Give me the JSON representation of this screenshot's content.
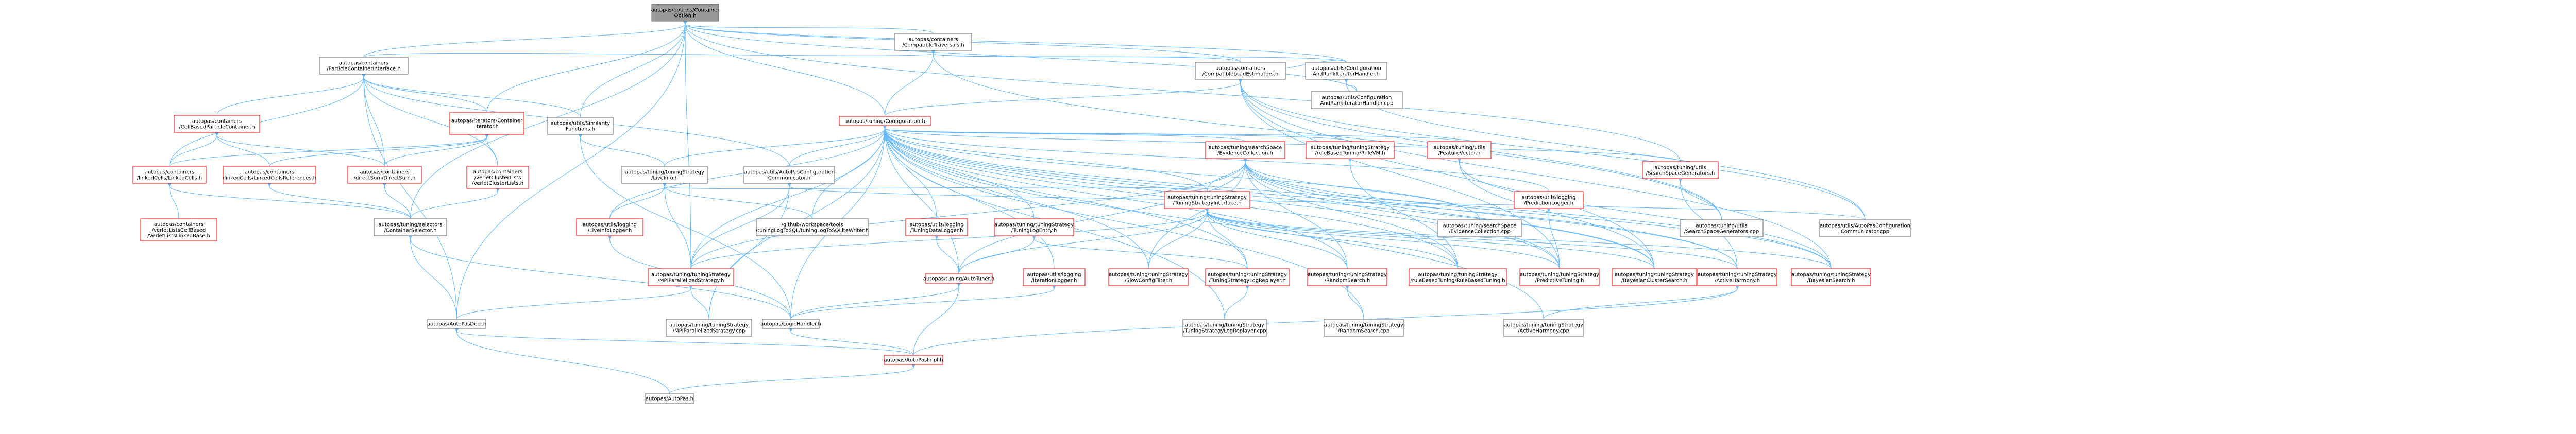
{
  "colors": {
    "root_fill": "#999999",
    "root_border": "#666666",
    "node_fill": "#ffffff",
    "node_border_normal": "#666666",
    "node_border_truncated": "#ff0000",
    "edge": "#63b8ff"
  },
  "root": {
    "id": "root",
    "label": [
      "autopas/options/Container",
      "Option.h"
    ]
  },
  "nodes": [
    {
      "id": "compat",
      "label": [
        "autopas/containers",
        "/CompatibleTraversals.h"
      ],
      "truncated": false
    },
    {
      "id": "pcif",
      "label": [
        "autopas/containers",
        "/ParticleContainerInterface.h"
      ],
      "truncated": false
    },
    {
      "id": "tuneconf",
      "label": [
        "autopas/tuning/Configuration.h"
      ],
      "truncated": true
    },
    {
      "id": "loadest",
      "label": [
        "autopas/containers",
        "/CompatibleLoadEstimators.h"
      ],
      "truncated": false
    },
    {
      "id": "cfgh",
      "label": [
        "autopas/utils/Configuration",
        "AndRankIteratorHandler.h"
      ],
      "truncated": false
    },
    {
      "id": "cfgcpp",
      "label": [
        "autopas/utils/Configuration",
        "AndRankIteratorHandler.cpp"
      ],
      "truncated": false
    },
    {
      "id": "cellbased",
      "label": [
        "autopas/containers",
        "/CellBasedParticleContainer.h"
      ],
      "truncated": true
    },
    {
      "id": "iter",
      "label": [
        "autopas/iterators/Container",
        "Iterator.h"
      ],
      "truncated": true
    },
    {
      "id": "simfunc",
      "label": [
        "autopas/utils/Similarity",
        "Functions.h"
      ],
      "truncated": false
    },
    {
      "id": "linkedcells",
      "label": [
        "autopas/containers",
        "/linkedCells/LinkedCells.h"
      ],
      "truncated": true
    },
    {
      "id": "linkedrefs",
      "label": [
        "autopas/containers",
        "/linkedCells/LinkedCellsReferences.h"
      ],
      "truncated": true
    },
    {
      "id": "directsum",
      "label": [
        "autopas/containers",
        "/directSum/DirectSum.h"
      ],
      "truncated": true
    },
    {
      "id": "vcl",
      "label": [
        "autopas/containers",
        "/verletClusterLists",
        "/VerletClusterLists.h"
      ],
      "truncated": true
    },
    {
      "id": "vclcells",
      "label": [
        "autopas/containers",
        "/verletListsCellBased",
        "/VerletListsLinkedBase.h"
      ],
      "truncated": true
    },
    {
      "id": "liveinfo",
      "label": [
        "autopas/tuning/tuningStrategy",
        "/LiveInfo.h"
      ],
      "truncated": false
    },
    {
      "id": "mpicomm",
      "label": [
        "autopas/utils/AutoPasConfiguration",
        "Communicator.h"
      ],
      "truncated": false
    },
    {
      "id": "selector",
      "label": [
        "autopas/tuning/selectors",
        "/ContainerSelector.h"
      ],
      "truncated": false
    },
    {
      "id": "liveinfolog",
      "label": [
        "autopas/utils/logging",
        "/LiveInfoLogger.h"
      ],
      "truncated": true
    },
    {
      "id": "sqlite",
      "label": [
        "/github/workspace/tools",
        "/tuningLogToSQL/tuningLogToSQLiteWriter.h"
      ],
      "truncated": false
    },
    {
      "id": "tundatalog",
      "label": [
        "autopas/utils/logging",
        "/TuningDataLogger.h"
      ],
      "truncated": true
    },
    {
      "id": "tunlogentry",
      "label": [
        "autopas/tuning/tuningStrategy",
        "/TuningLogEntry.h"
      ],
      "truncated": true
    },
    {
      "id": "searchspace",
      "label": [
        "autopas/tuning/searchSpace",
        "/EvidenceCollection.h"
      ],
      "truncated": true
    },
    {
      "id": "rbrule",
      "label": [
        "autopas/tuning/tuningStrategy",
        "/ruleBasedTuning/RuleVM.h"
      ],
      "truncated": true
    },
    {
      "id": "featvec",
      "label": [
        "autopas/tuning/utils",
        "/FeatureVector.h"
      ],
      "truncated": true
    },
    {
      "id": "ssgen",
      "label": [
        "autopas/tuning/utils",
        "/SearchSpaceGenerators.h"
      ],
      "truncated": true
    },
    {
      "id": "ssgencpp",
      "label": [
        "autopas/tuning/utils",
        "/SearchSpaceGenerators.cpp"
      ],
      "truncated": false
    },
    {
      "id": "mpicommcpp",
      "label": [
        "autopas/utils/AutoPasConfiguration",
        "Communicator.cpp"
      ],
      "truncated": false
    },
    {
      "id": "tsi",
      "label": [
        "autopas/tuning/tuningStrategy",
        "/TuningStrategyInterface.h"
      ],
      "truncated": true
    },
    {
      "id": "evcollcpp",
      "label": [
        "autopas/tuning/searchSpace",
        "/EvidenceCollection.cpp"
      ],
      "truncated": false
    },
    {
      "id": "predlog",
      "label": [
        "autopas/utils/logging",
        "/PredictionLogger.h"
      ],
      "truncated": true
    },
    {
      "id": "mpipar",
      "label": [
        "autopas/tuning/tuningStrategy",
        "/MPIParallelizedStrategy.h"
      ],
      "truncated": true
    },
    {
      "id": "autotuner",
      "label": [
        "autopas/tuning/AutoTuner.h"
      ],
      "truncated": true
    },
    {
      "id": "iterlog",
      "label": [
        "autopas/utils/logging",
        "/IterationLogger.h"
      ],
      "truncated": true
    },
    {
      "id": "slowfilter",
      "label": [
        "autopas/tuning/tuningStrategy",
        "/SlowConfigFilter.h"
      ],
      "truncated": true
    },
    {
      "id": "replayer",
      "label": [
        "autopas/tuning/tuningStrategy",
        "/TuningStrategyLogReplayer.h"
      ],
      "truncated": true
    },
    {
      "id": "random",
      "label": [
        "autopas/tuning/tuningStrategy",
        "/RandomSearch.h"
      ],
      "truncated": true
    },
    {
      "id": "rbtuning",
      "label": [
        "autopas/tuning/tuningStrategy",
        "/ruleBasedTuning/RuleBasedTuning.h"
      ],
      "truncated": true
    },
    {
      "id": "predtuning",
      "label": [
        "autopas/tuning/tuningStrategy",
        "/PredictiveTuning.h"
      ],
      "truncated": true
    },
    {
      "id": "bayescluster",
      "label": [
        "autopas/tuning/tuningStrategy",
        "/BayesianClusterSearch.h"
      ],
      "truncated": true
    },
    {
      "id": "activeharm",
      "label": [
        "autopas/tuning/tuningStrategy",
        "/ActiveHarmony.h"
      ],
      "truncated": true
    },
    {
      "id": "bayes",
      "label": [
        "autopas/tuning/tuningStrategy",
        "/BayesianSearch.h"
      ],
      "truncated": true
    },
    {
      "id": "autopasdecl",
      "label": [
        "autopas/AutoPasDecl.h"
      ],
      "truncated": false
    },
    {
      "id": "mpiparcpp",
      "label": [
        "autopas/tuning/tuningStrategy",
        "/MPIParallelizedStrategy.cpp"
      ],
      "truncated": false
    },
    {
      "id": "loghandler",
      "label": [
        "autopas/LogicHandler.h"
      ],
      "truncated": false
    },
    {
      "id": "replayercpp",
      "label": [
        "autopas/tuning/tuningStrategy",
        "/TuningStrategyLogReplayer.cpp"
      ],
      "truncated": false
    },
    {
      "id": "randomcpp",
      "label": [
        "autopas/tuning/tuningStrategy",
        "/RandomSearch.cpp"
      ],
      "truncated": false
    },
    {
      "id": "activeharmcpp",
      "label": [
        "autopas/tuning/tuningStrategy",
        "/ActiveHarmony.cpp"
      ],
      "truncated": false
    },
    {
      "id": "autopasimpl",
      "label": [
        "autopas/AutoPasImpl.h"
      ],
      "truncated": true
    },
    {
      "id": "autopash",
      "label": [
        "autopas/AutoPas.h"
      ],
      "truncated": false
    }
  ],
  "edges": [
    [
      "compat",
      "root"
    ],
    [
      "pcif",
      "root"
    ],
    [
      "tuneconf",
      "root"
    ],
    [
      "loadest",
      "root"
    ],
    [
      "cfgh",
      "root"
    ],
    [
      "cfgcpp",
      "root"
    ],
    [
      "simfunc",
      "root"
    ],
    [
      "iter",
      "root"
    ],
    [
      "selector",
      "root"
    ],
    [
      "autopasdecl",
      "root"
    ],
    [
      "mpipar",
      "root"
    ],
    [
      "ssgen",
      "root"
    ],
    [
      "tuneconf",
      "compat"
    ],
    [
      "loadest",
      "compat"
    ],
    [
      "cfgh",
      "compat"
    ],
    [
      "pcif",
      "compat"
    ],
    [
      "ssgencpp",
      "compat"
    ],
    [
      "cellbased",
      "pcif"
    ],
    [
      "iter",
      "pcif"
    ],
    [
      "simfunc",
      "pcif"
    ],
    [
      "linkedcells",
      "pcif"
    ],
    [
      "directsum",
      "pcif"
    ],
    [
      "vcl",
      "pcif"
    ],
    [
      "mpicomm",
      "pcif"
    ],
    [
      "autopasdecl",
      "pcif"
    ],
    [
      "tuneconf",
      "loadest"
    ],
    [
      "cfgh",
      "loadest"
    ],
    [
      "ssgencpp",
      "loadest"
    ],
    [
      "mpicommcpp",
      "loadest"
    ],
    [
      "predtuning",
      "loadest"
    ],
    [
      "bayescluster",
      "loadest"
    ],
    [
      "bayes",
      "loadest"
    ],
    [
      "cfgcpp",
      "cfgh"
    ],
    [
      "mpicommcpp",
      "cfgh"
    ],
    [
      "linkedcells",
      "cellbased"
    ],
    [
      "linkedrefs",
      "cellbased"
    ],
    [
      "directsum",
      "cellbased"
    ],
    [
      "linkedcells",
      "iter"
    ],
    [
      "directsum",
      "iter"
    ],
    [
      "vcl",
      "iter"
    ],
    [
      "linkedrefs",
      "iter"
    ],
    [
      "liveinfo",
      "simfunc"
    ],
    [
      "loghandler",
      "simfunc"
    ],
    [
      "vclcells",
      "linkedcells"
    ],
    [
      "selector",
      "linkedcells"
    ],
    [
      "selector",
      "linkedrefs"
    ],
    [
      "selector",
      "directsum"
    ],
    [
      "selector",
      "vcl"
    ],
    [
      "mpicomm",
      "tuneconf"
    ],
    [
      "liveinfo",
      "tuneconf"
    ],
    [
      "searchspace",
      "tuneconf"
    ],
    [
      "rbrule",
      "tuneconf"
    ],
    [
      "featvec",
      "tuneconf"
    ],
    [
      "ssgen",
      "tuneconf"
    ],
    [
      "tsi",
      "tuneconf"
    ],
    [
      "predlog",
      "tuneconf"
    ],
    [
      "tunlogentry",
      "tuneconf"
    ],
    [
      "tundatalog",
      "tuneconf"
    ],
    [
      "iterlog",
      "tuneconf"
    ],
    [
      "autotuner",
      "tuneconf"
    ],
    [
      "slowfilter",
      "tuneconf"
    ],
    [
      "replayer",
      "tuneconf"
    ],
    [
      "random",
      "tuneconf"
    ],
    [
      "rbtuning",
      "tuneconf"
    ],
    [
      "predtuning",
      "tuneconf"
    ],
    [
      "bayescluster",
      "tuneconf"
    ],
    [
      "activeharm",
      "tuneconf"
    ],
    [
      "bayes",
      "tuneconf"
    ],
    [
      "evcollcpp",
      "tuneconf"
    ],
    [
      "mpiparcpp",
      "tuneconf"
    ],
    [
      "replayercpp",
      "tuneconf"
    ],
    [
      "randomcpp",
      "tuneconf"
    ],
    [
      "activeharmcpp",
      "tuneconf"
    ],
    [
      "sqlite",
      "tuneconf"
    ],
    [
      "loghandler",
      "tuneconf"
    ],
    [
      "mpipar",
      "tuneconf"
    ],
    [
      "liveinfolog",
      "tuneconf"
    ],
    [
      "liveinfolog",
      "liveinfo"
    ],
    [
      "sqlite",
      "liveinfo"
    ],
    [
      "tsi",
      "liveinfo"
    ],
    [
      "mpipar",
      "liveinfo"
    ],
    [
      "mpipar",
      "mpicomm"
    ],
    [
      "mpicommcpp",
      "mpicomm"
    ],
    [
      "mpiparcpp",
      "mpicomm"
    ],
    [
      "autopasdecl",
      "selector"
    ],
    [
      "loghandler",
      "selector"
    ],
    [
      "loghandler",
      "liveinfolog"
    ],
    [
      "autotuner",
      "tundatalog"
    ],
    [
      "autotuner",
      "tunlogentry"
    ],
    [
      "replayer",
      "tunlogentry"
    ],
    [
      "tsi",
      "searchspace"
    ],
    [
      "evcollcpp",
      "searchspace"
    ],
    [
      "autotuner",
      "searchspace"
    ],
    [
      "predtuning",
      "searchspace"
    ],
    [
      "bayescluster",
      "searchspace"
    ],
    [
      "bayes",
      "searchspace"
    ],
    [
      "activeharm",
      "searchspace"
    ],
    [
      "slowfilter",
      "searchspace"
    ],
    [
      "random",
      "searchspace"
    ],
    [
      "rbtuning",
      "searchspace"
    ],
    [
      "mpipar",
      "searchspace"
    ],
    [
      "rbtuning",
      "rbrule"
    ],
    [
      "bayescluster",
      "featvec"
    ],
    [
      "bayes",
      "featvec"
    ],
    [
      "ssgencpp",
      "ssgen"
    ],
    [
      "activeharm",
      "ssgen"
    ],
    [
      "mpipar",
      "tsi"
    ],
    [
      "autotuner",
      "tsi"
    ],
    [
      "slowfilter",
      "tsi"
    ],
    [
      "replayer",
      "tsi"
    ],
    [
      "random",
      "tsi"
    ],
    [
      "rbtuning",
      "tsi"
    ],
    [
      "predtuning",
      "tsi"
    ],
    [
      "bayescluster",
      "tsi"
    ],
    [
      "activeharm",
      "tsi"
    ],
    [
      "bayes",
      "tsi"
    ],
    [
      "predtuning",
      "predlog"
    ],
    [
      "autopasdecl",
      "mpipar"
    ],
    [
      "mpiparcpp",
      "mpipar"
    ],
    [
      "loghandler",
      "autotuner"
    ],
    [
      "autopasimpl",
      "autotuner"
    ],
    [
      "loghandler",
      "iterlog"
    ],
    [
      "replayercpp",
      "replayer"
    ],
    [
      "randomcpp",
      "random"
    ],
    [
      "activeharmcpp",
      "activeharm"
    ],
    [
      "autopasimpl",
      "activeharm"
    ],
    [
      "autopasimpl",
      "loghandler"
    ],
    [
      "autopasimpl",
      "autopasdecl"
    ],
    [
      "autopash",
      "autopasdecl"
    ],
    [
      "autopash",
      "autopasimpl"
    ]
  ]
}
